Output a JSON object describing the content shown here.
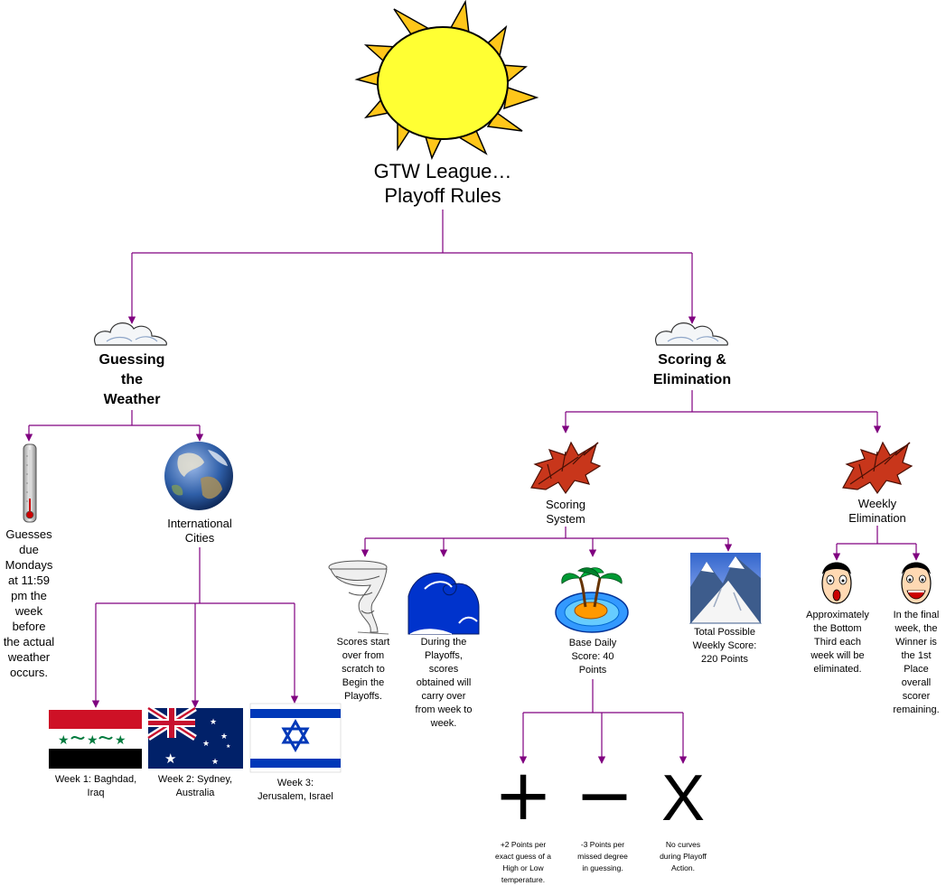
{
  "title": {
    "line1": "GTW League…",
    "line2": "Playoff Rules"
  },
  "guessing": {
    "label_line1": "Guessing",
    "label_line2": "the",
    "label_line3": "Weather",
    "deadline": [
      "Guesses",
      "due",
      "Mondays",
      "at 11:59",
      "pm the",
      "week",
      "before",
      "the actual",
      "weather",
      "occurs."
    ],
    "cities_label_line1": "International",
    "cities_label_line2": "Cities",
    "weeks": [
      {
        "line1": "Week 1: Baghdad,",
        "line2": "Iraq"
      },
      {
        "line1": "Week 2: Sydney,",
        "line2": "Australia"
      },
      {
        "line1": "Week 3:",
        "line2": "Jerusalem, Israel"
      }
    ]
  },
  "scoring": {
    "label_line1": "Scoring &",
    "label_line2": "Elimination",
    "system_line1": "Scoring",
    "system_line2": "System",
    "elimination_line1": "Weekly",
    "elimination_line2": "Elimination",
    "scratch": [
      "Scores start",
      "over from",
      "scratch to",
      "Begin the",
      "Playoffs."
    ],
    "carry": [
      "During the",
      "Playoffs,",
      "scores",
      "obtained will",
      "carry over",
      "from week to",
      "week."
    ],
    "base": [
      "Base Daily",
      "Score: 40",
      "Points"
    ],
    "total": [
      "Total Possible",
      "Weekly Score:",
      "220 Points"
    ],
    "bottom_third": [
      "Approximately",
      "the Bottom",
      "Third each",
      "week will be",
      "eliminated."
    ],
    "winner": [
      "In the final",
      "week, the",
      "Winner is",
      "the 1st",
      "Place",
      "overall",
      "scorer",
      "remaining."
    ],
    "plus_symbol": "+",
    "minus_symbol": "−",
    "x_symbol": "X",
    "plus_rule": [
      "+2 Points per",
      "exact guess of a",
      "High or Low",
      "temperature."
    ],
    "minus_rule": [
      "-3 Points per",
      "missed degree",
      "in guessing."
    ],
    "x_rule": [
      "No curves",
      "during Playoff",
      "Action."
    ]
  },
  "colors": {
    "connector": "#800080",
    "sun": "#ffff33",
    "sun_rays": "#ffc61a",
    "leaf": "#c8361b",
    "wave": "#0033cc",
    "flag_red": "#ce1126",
    "flag_green": "#007a3d",
    "flag_blue": "#012169",
    "israel_blue": "#0038b8"
  }
}
